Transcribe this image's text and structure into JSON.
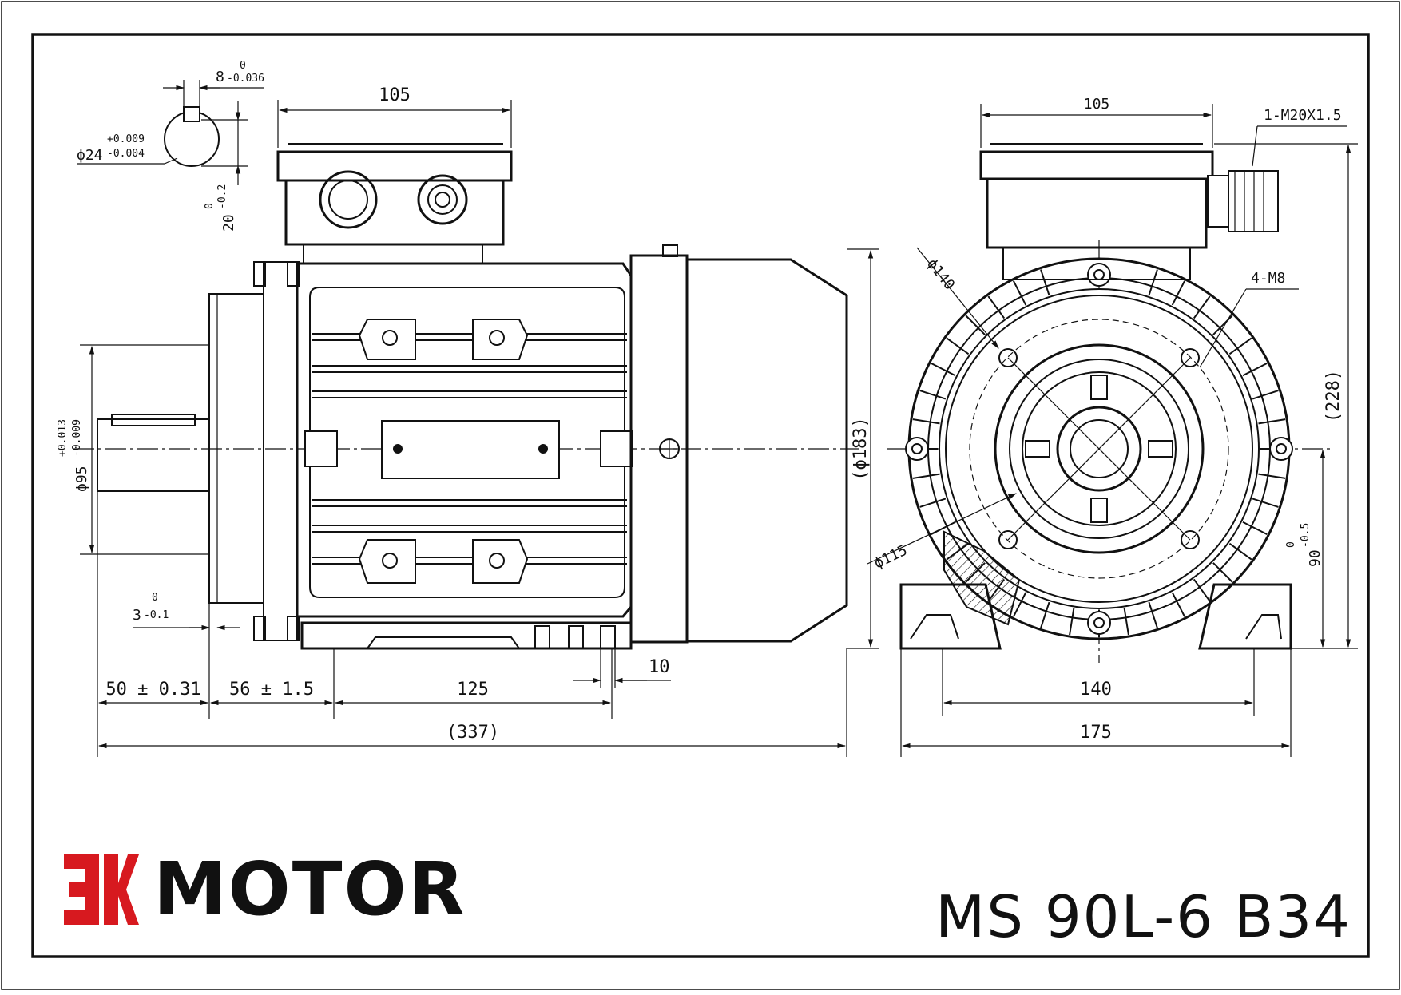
{
  "brand": {
    "logo_mark": "ЗK",
    "word": "MOTOR",
    "logo_color": "#d7191f"
  },
  "model": "MS 90L-6 B34",
  "side_view": {
    "dims": {
      "terminal_box_width": "105",
      "key_width": "8",
      "key_width_tol_upper": "0",
      "key_width_tol_lower": "-0.036",
      "shaft_dia": "ϕ24",
      "shaft_tol_upper": "+0.009",
      "shaft_tol_lower": "-0.004",
      "key_depth": "20",
      "key_depth_tol_upper": "0",
      "key_depth_tol_lower": "-0.2",
      "spigot_dia": "ϕ95",
      "spigot_tol_upper": "+0.013",
      "spigot_tol_lower": "-0.009",
      "flange_step": "3",
      "flange_step_tol_upper": "0",
      "flange_step_tol_lower": "-0.1",
      "body_dia": "(ϕ183)",
      "shaft_length": "50 ± 0.31",
      "foot_offset": "56 ± 1.5",
      "foot_spacing": "125",
      "foot_thickness": "10",
      "overall_length": "(337)"
    }
  },
  "end_view": {
    "dims": {
      "terminal_box_width": "105",
      "cable_gland": "1-M20X1.5",
      "flange_pcd": "ϕ140",
      "flange_holes": "4-M8",
      "overall_height": "(228)",
      "spigot_dia": "ϕ115",
      "shaft_height": "90",
      "shaft_height_tol_upper": "0",
      "shaft_height_tol_lower": "-0.5",
      "foot_hole_spacing": "140",
      "foot_width": "175"
    }
  }
}
